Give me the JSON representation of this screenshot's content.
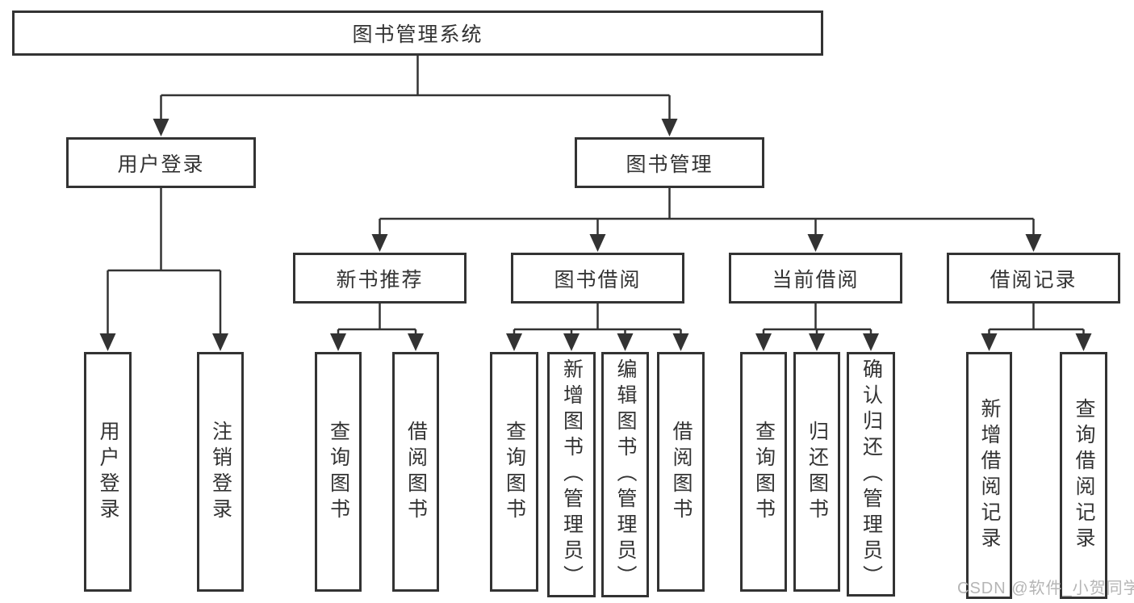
{
  "tree": {
    "root": {
      "label": "图书管理系统"
    },
    "branches": [
      {
        "label": "用户登录",
        "children": [
          "用户登录",
          "注销登录"
        ]
      },
      {
        "label": "图书管理",
        "sections": [
          {
            "label": "新书推荐",
            "children": [
              "查询图书",
              "借阅图书"
            ]
          },
          {
            "label": "图书借阅",
            "children": [
              "查询图书",
              "新增图书（管理员）",
              "编辑图书（管理员）",
              "借阅图书"
            ]
          },
          {
            "label": "当前借阅",
            "children": [
              "查询图书",
              "归还图书",
              "确认归还（管理员）"
            ]
          },
          {
            "label": "借阅记录",
            "children": [
              "新增借阅记录",
              "查询借阅记录"
            ]
          }
        ]
      }
    ]
  },
  "watermark": "CSDN @软件_小贺同学",
  "colors": {
    "line": "#333333",
    "text": "#333333",
    "watermark": "#b5b5b5",
    "background": "#ffffff"
  }
}
